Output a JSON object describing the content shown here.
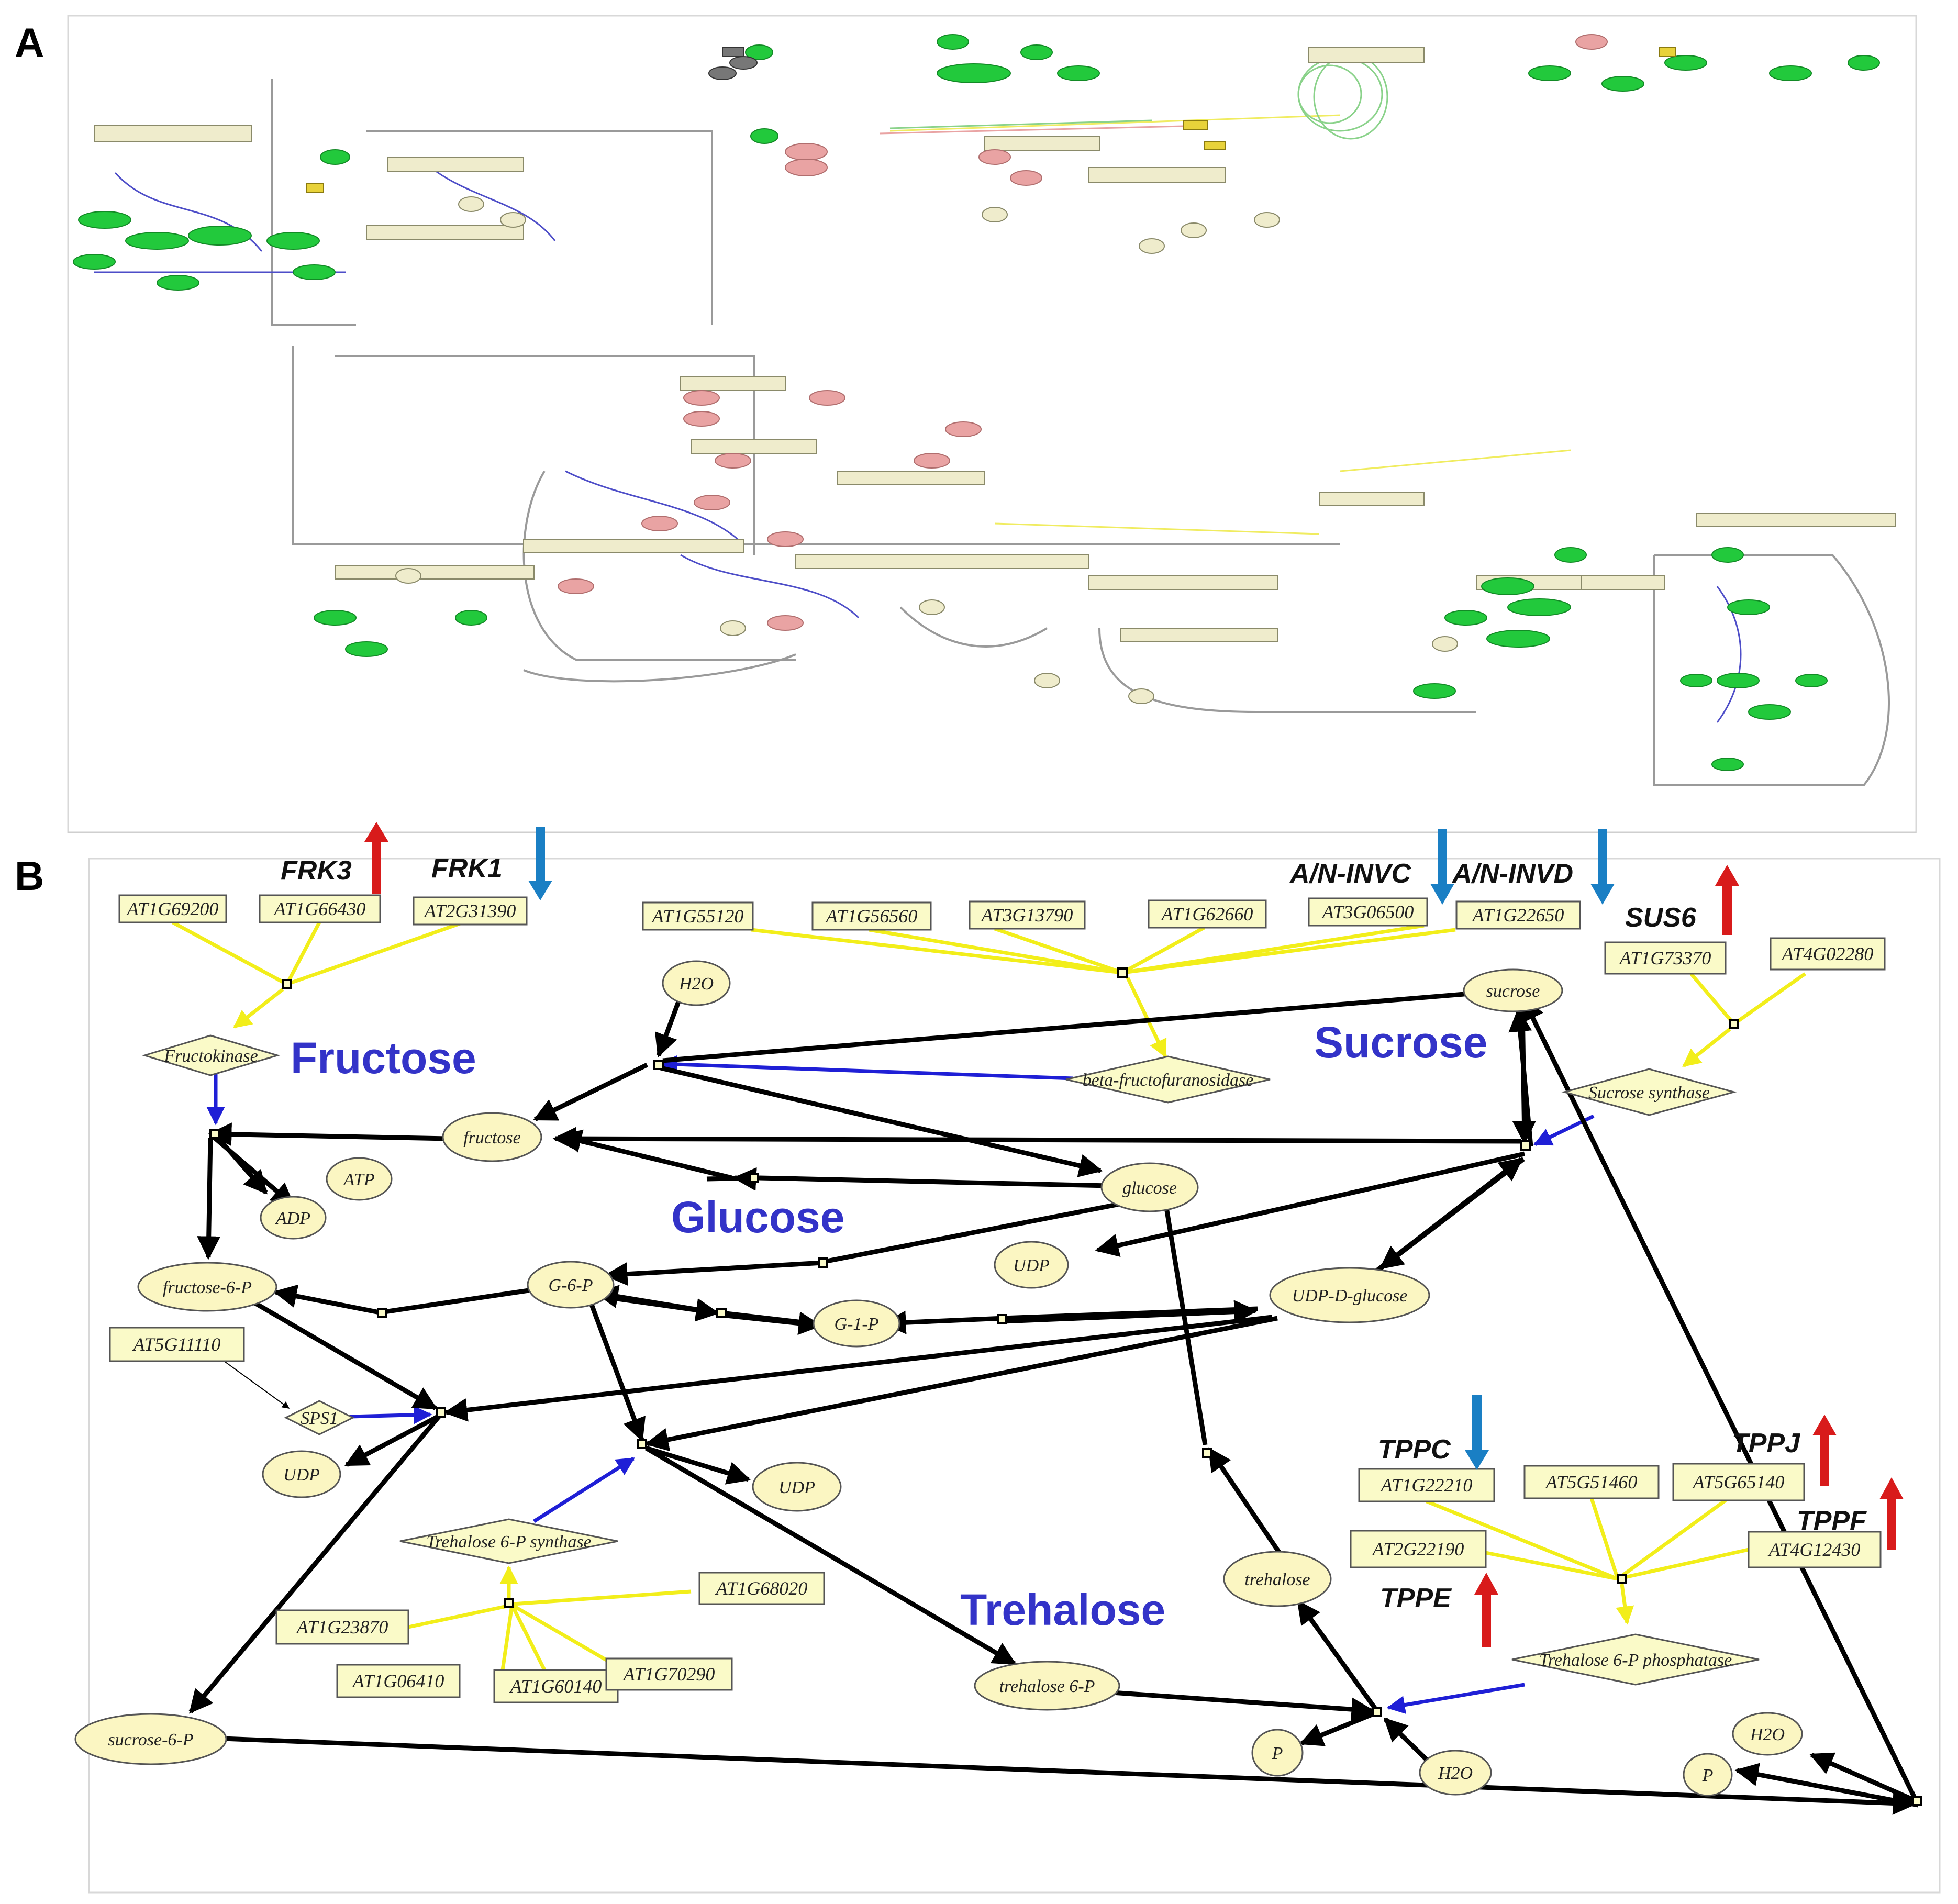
{
  "panels": {
    "a": "A",
    "b": "B"
  },
  "colors": {
    "node_fill": "#fafac8",
    "node_stroke": "#555555",
    "metabolite_fill": "#fbf6c2",
    "black_edge": "#000000",
    "yellow_edge": "#f2ee1a",
    "blue_edge": "#1f1fd6",
    "up_arrow": "#d81b1b",
    "down_arrow": "#1a7fc4",
    "sugar_text": "#3333c8",
    "overview_green": "#22c93c",
    "overview_pink": "#e9a3a3",
    "overview_tan": "#efeccc"
  },
  "sugars": {
    "fructose": "Fructose",
    "sucrose": "Sucrose",
    "glucose": "Glucose",
    "trehalose": "Trehalose"
  },
  "regulated_genes": {
    "frk3": {
      "label": "FRK3",
      "dir": "up"
    },
    "frk1": {
      "label": "FRK1",
      "dir": "down"
    },
    "an_invc": {
      "label": "A/N-INVC",
      "dir": "down"
    },
    "an_invd": {
      "label": "A/N-INVD",
      "dir": "down"
    },
    "sus6": {
      "label": "SUS6",
      "dir": "up"
    },
    "tppc": {
      "label": "TPPC",
      "dir": "down"
    },
    "tppj": {
      "label": "TPPJ",
      "dir": "up"
    },
    "tppf": {
      "label": "TPPF",
      "dir": "up"
    },
    "tppe": {
      "label": "TPPE",
      "dir": "up"
    }
  },
  "genes": {
    "at1g69200": "AT1G69200",
    "at1g66430": "AT1G66430",
    "at2g31390": "AT2G31390",
    "at1g55120": "AT1G55120",
    "at1g56560": "AT1G56560",
    "at3g13790": "AT3G13790",
    "at1g62660": "AT1G62660",
    "at3g06500": "AT3G06500",
    "at1g22650": "AT1G22650",
    "at1g73370": "AT1G73370",
    "at4g02280": "AT4G02280",
    "at5g11110": "AT5G11110",
    "at1g68020": "AT1G68020",
    "at1g23870": "AT1G23870",
    "at1g06410": "AT1G06410",
    "at1g60140": "AT1G60140",
    "at1g70290": "AT1G70290",
    "at1g22210": "AT1G22210",
    "at5g51460": "AT5G51460",
    "at5g65140": "AT5G65140",
    "at2g22190": "AT2G22190",
    "at4g12430": "AT4G12430"
  },
  "enzymes": {
    "fructokinase": "Fructokinase",
    "beta_fructofuranosidase": "beta-fructofuranosidase",
    "sucrose_synthase": "Sucrose synthase",
    "sps1": "SPS1",
    "t6p_synthase": "Trehalose 6-P synthase",
    "t6p_phosphatase": "Trehalose 6-P phosphatase"
  },
  "metabolites": {
    "h2o_top": "H2O",
    "sucrose": "sucrose",
    "fructose": "fructose",
    "atp": "ATP",
    "adp": "ADP",
    "glucose": "glucose",
    "udp_mid": "UDP",
    "fructose6p": "fructose-6-P",
    "g6p": "G-6-P",
    "g1p": "G-1-P",
    "udp_glucose": "UDP-D-glucose",
    "udp_left": "UDP",
    "udp_center": "UDP",
    "trehalose": "trehalose",
    "trehalose6p": "trehalose 6-P",
    "sucrose6p": "sucrose-6-P",
    "p_center": "P",
    "h2o_center": "H2O",
    "h2o_right": "H2O",
    "p_right": "P"
  }
}
